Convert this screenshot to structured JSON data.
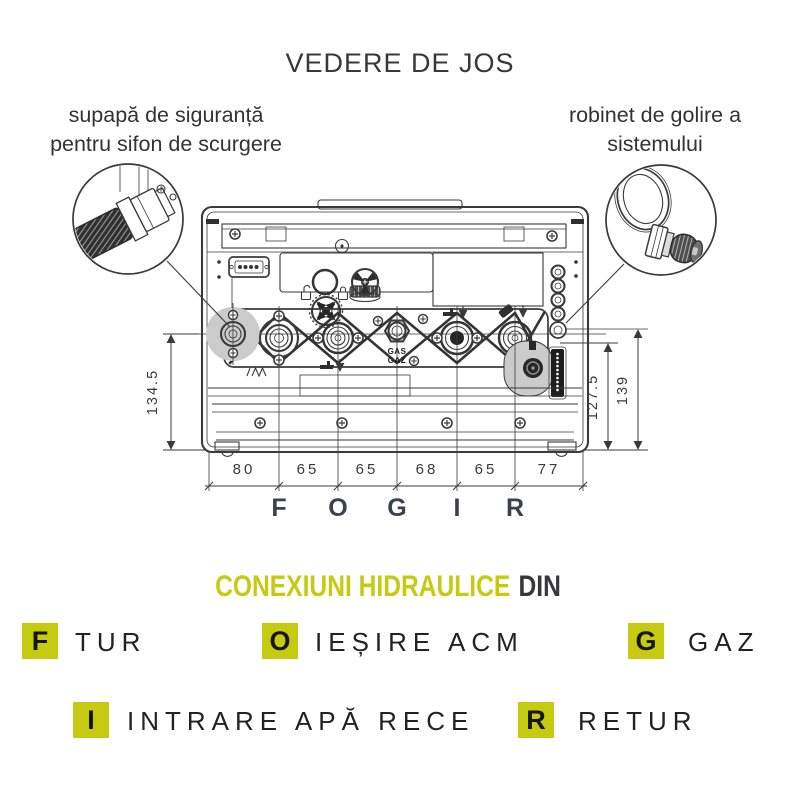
{
  "page_title": "VEDERE DE JOS",
  "callouts": {
    "left": {
      "line1": "supapă de siguranță",
      "line2": "pentru sifon de scurgere"
    },
    "right": {
      "line1": "robinet de golire a",
      "line2": "sistemului"
    }
  },
  "diagram": {
    "gas_label": {
      "line1": "GAS",
      "line2": "GAZ"
    },
    "connection_letters": [
      "F",
      "O",
      "G",
      "I",
      "R"
    ],
    "dims": {
      "left_height": "134.5",
      "right_inner": "127.5",
      "right_outer": "139",
      "bottom": [
        "80",
        "65",
        "65",
        "68",
        "65",
        "77"
      ]
    }
  },
  "legend": {
    "title_accent": "CONEXIUNI HIDRAULICE",
    "title_rest": "DIN",
    "items": [
      {
        "key": "F",
        "label": "TUR"
      },
      {
        "key": "O",
        "label": "IEȘIRE ACM"
      },
      {
        "key": "G",
        "label": "GAZ"
      },
      {
        "key": "I",
        "label": "INTRARE APĂ RECE"
      },
      {
        "key": "R",
        "label": "RETUR"
      }
    ]
  },
  "colors": {
    "accent": "#c6ca10",
    "text_dark": "#3a3a3c",
    "line": "#3a3a3a"
  }
}
